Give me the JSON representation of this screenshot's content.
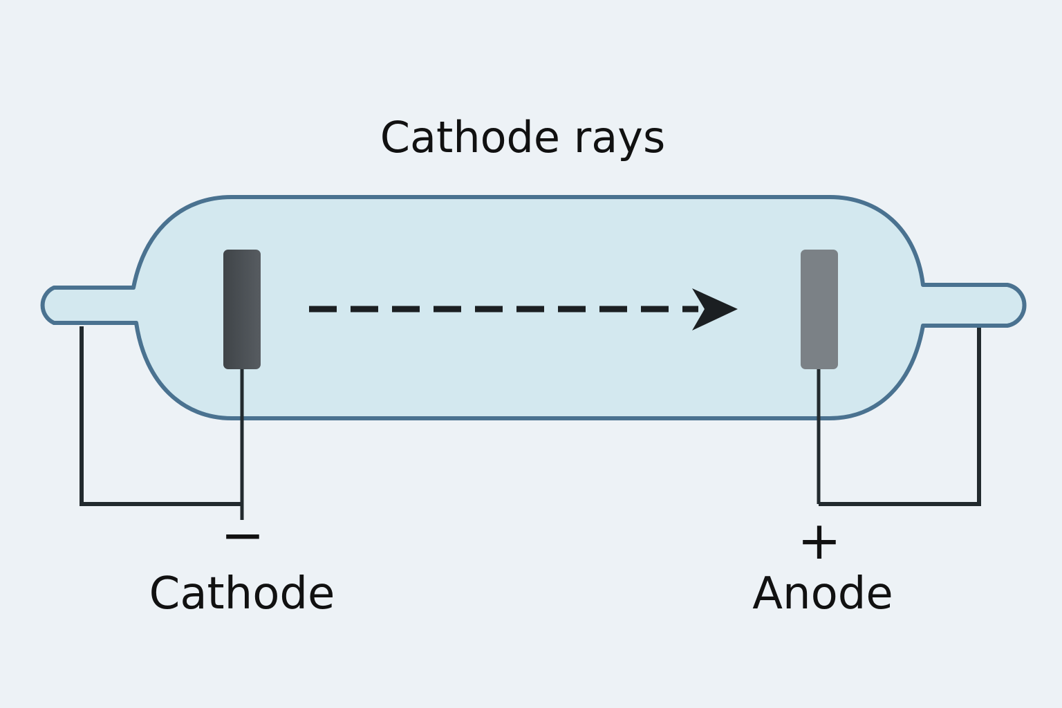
{
  "title": "Cathode rays",
  "cathode": {
    "label": "Cathode",
    "sign": "−"
  },
  "anode": {
    "label": "Anode",
    "sign": "+"
  },
  "colors": {
    "background": "#edf2f6",
    "tube_fill": "#d3e8ef",
    "tube_outline": "#4a7290",
    "cathode_electrode": "#4d5257",
    "anode_electrode": "#7b8186",
    "wire": "#222a2e",
    "ray_arrow": "#1b1f22"
  }
}
